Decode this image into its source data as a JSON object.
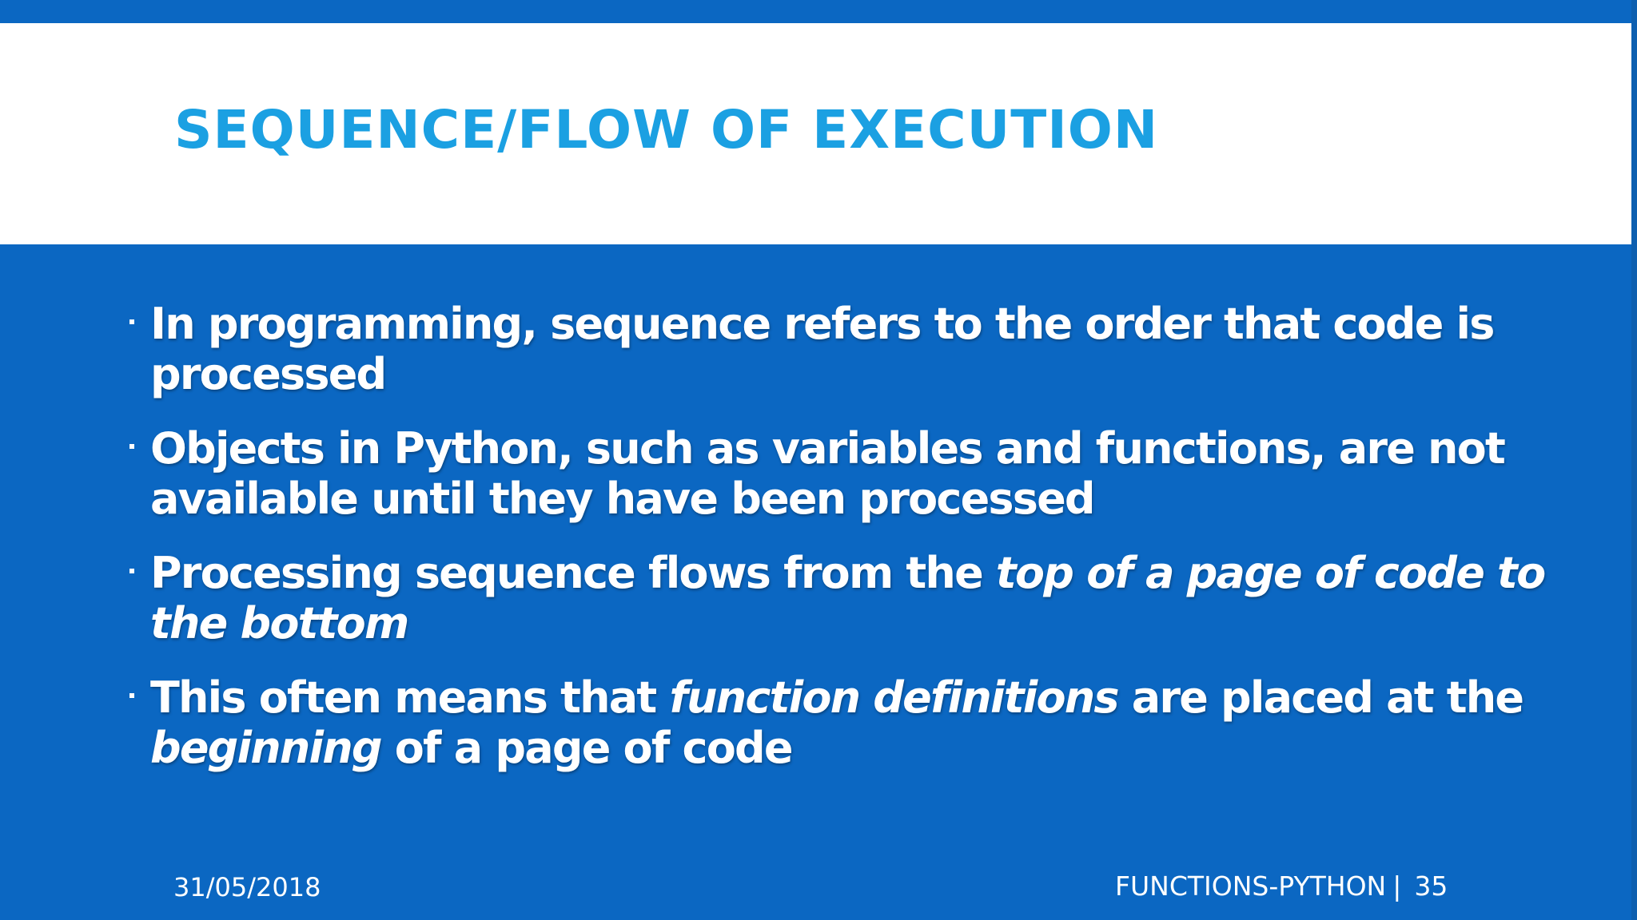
{
  "slide": {
    "title": "SEQUENCE/FLOW OF EXECUTION",
    "bullets": [
      {
        "parts": [
          {
            "text": "In programming, sequence refers to the order that code is processed",
            "italic": false
          }
        ]
      },
      {
        "parts": [
          {
            "text": "Objects in Python, such as variables and functions, are not available until they have been processed",
            "italic": false
          }
        ]
      },
      {
        "parts": [
          {
            "text": "Processing sequence flows from the ",
            "italic": false
          },
          {
            "text": "top of a page of code to the bottom",
            "italic": true
          }
        ]
      },
      {
        "parts": [
          {
            "text": "This often means that ",
            "italic": false
          },
          {
            "text": "function definitions",
            "italic": true
          },
          {
            "text": " are placed at the ",
            "italic": false
          },
          {
            "text": "beginning",
            "italic": true
          },
          {
            "text": " of a page of code",
            "italic": false
          }
        ]
      }
    ],
    "footer": {
      "date": "31/05/2018",
      "label": "FUNCTIONS-PYTHON",
      "separator": "|",
      "page_number": "35"
    },
    "colors": {
      "background": "#0b67c2",
      "title_area": "#ffffff",
      "title_text": "#1ba0e2",
      "body_text": "#ffffff"
    }
  }
}
